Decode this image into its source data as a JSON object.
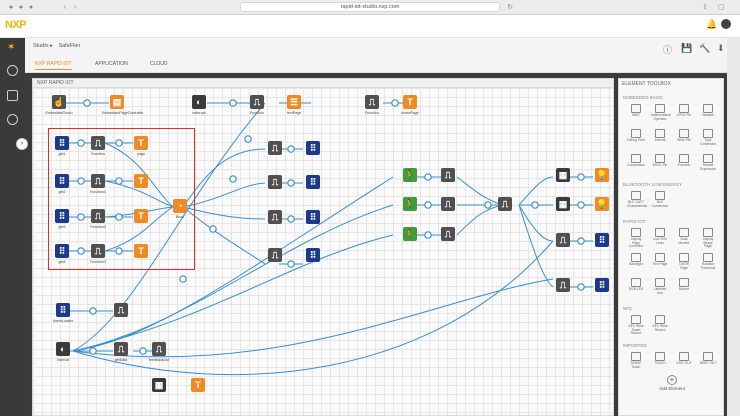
{
  "browser": {
    "url": "rapid-iot-studio.nxp.com"
  },
  "app": {
    "logo": "NXP"
  },
  "breadcrumb": {
    "studio": "Studio",
    "sep": "▸",
    "project": "SafeFlier"
  },
  "tabs": [
    {
      "label": "NXP RAPID IOT"
    },
    {
      "label": "APPLICATION"
    },
    {
      "label": "CLOUD"
    }
  ],
  "canvas": {
    "title": "NXP RAPID IOT"
  },
  "toolbox": {
    "title": "ELEMENT TOOLBOX",
    "sections": [
      "EMBEDDED BASIC",
      "BLUETOOTH LOW ENERGY",
      "RAPID IOT",
      "NFC",
      "IMPORTED"
    ],
    "items_basic": [
      "WAIT",
      "Mathematical Operator",
      "GPIO Pin",
      "Variable",
      "Debug Print",
      "Interval",
      "Write File",
      "Type Conversion",
      "Comparison",
      "BOOL Pin",
      "Function",
      "Repeat Expression"
    ],
    "items_ble": [
      "BLE GATT Characteristic",
      "BLE Connection"
    ],
    "items_rapid": [
      "Display Page Controller",
      "Icon Text Lines",
      "Data Monitor",
      "Display Shape Page",
      "Backlight",
      "Text Page",
      "On/Off Page",
      "Rotation Threshold",
      "RGB LED",
      "Labelled Icon",
      "Buzzer"
    ],
    "items_nfc": [
      "NFC Write Smart Record",
      "NFC Write Record"
    ],
    "items_imported": [
      "SENSE Touch",
      "TOUCH",
      "SAFI OUT",
      "BEEP OUT"
    ],
    "add_label": "Add Element"
  },
  "nodes": {
    "embedded_touch": "EmbeddedTouch",
    "embedded_page_controller": "EmbeddedPageController",
    "interrupt": "interrupt",
    "function1": "Function",
    "text_page": "textPage",
    "function2": "Function",
    "home_page": "homePage",
    "get1": "get1",
    "get2": "get2",
    "get3": "get3",
    "get4": "get4",
    "f1": "Function",
    "f2": "Function1",
    "f3": "Function2",
    "f4": "Function3",
    "page": "page",
    "text1": "T",
    "text2": "T",
    "text3": "T",
    "buzz": "Buzz",
    "threshold": "fluentLoader",
    "interval": "interval",
    "getdata": "getData",
    "feedback": "feedbackList"
  },
  "colors": {
    "accent": "#f08a24",
    "selection": "#d9302a",
    "capsense": "#1c3a8c",
    "sensor": "#3f9e3a"
  }
}
